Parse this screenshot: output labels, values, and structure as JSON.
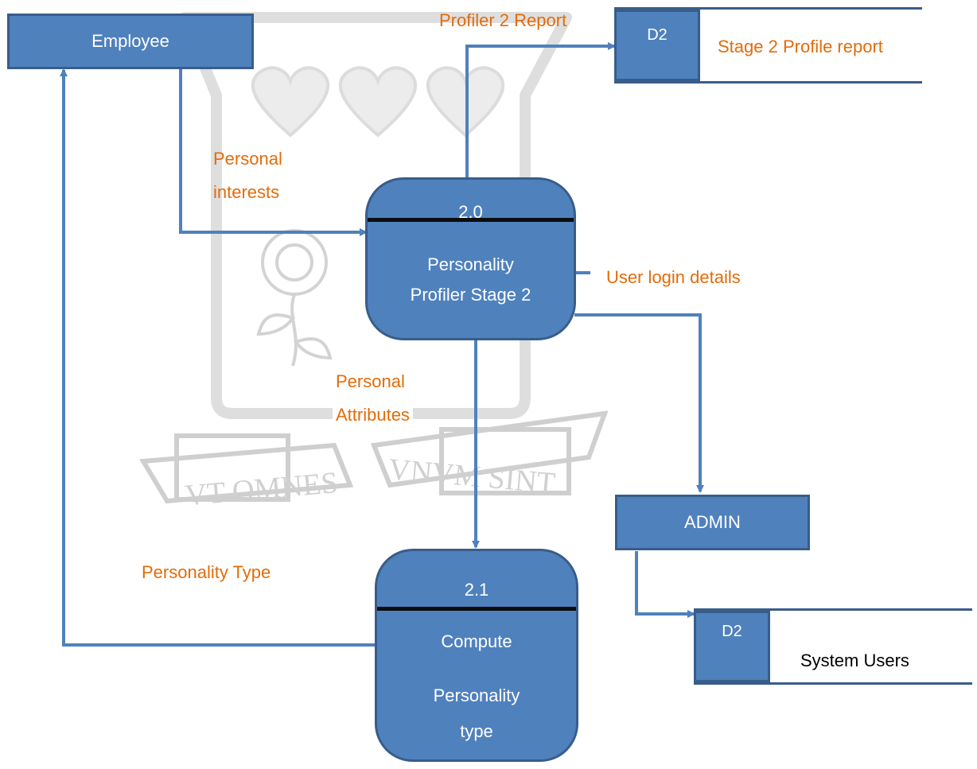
{
  "entities": {
    "employee": "Employee",
    "admin": "ADMIN"
  },
  "processes": {
    "p20": {
      "id": "2.0",
      "name_line1": "Personality",
      "name_line2": "Profiler Stage 2"
    },
    "p21": {
      "id": "2.1",
      "name_line1": "Compute",
      "name_line2": "Personality",
      "name_line3": "type"
    }
  },
  "stores": {
    "stage2_report": {
      "id": "D2",
      "name": "Stage 2 Profile report"
    },
    "system_users": {
      "id": "D2",
      "name": "System Users"
    }
  },
  "flows": {
    "profiler_report": "Profiler 2 Report",
    "personal_interests_1": "Personal",
    "personal_interests_2": "interests",
    "user_login": "User login details",
    "personal_attributes_1": "Personal",
    "personal_attributes_2": "Attributes",
    "personality_type": "Personality Type"
  },
  "watermark": {
    "motto_left": "VT OMNES",
    "motto_right": "VNVM SINT"
  },
  "colors": {
    "shape_fill": "#4f81bd",
    "shape_border": "#385d8a",
    "label_orange": "#e36c09",
    "watermark_gray": "#cfcfcf"
  }
}
